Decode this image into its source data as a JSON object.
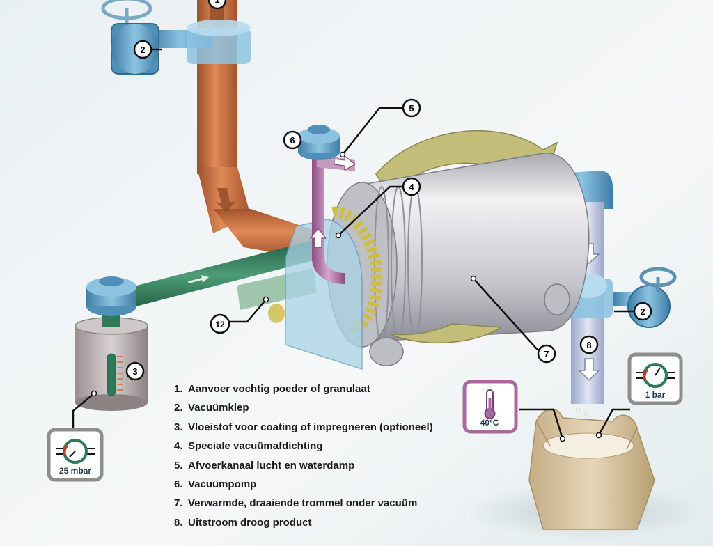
{
  "legend": [
    {
      "num": "1.",
      "text": "Aanvoer vochtig poeder  of granulaat"
    },
    {
      "num": "2.",
      "text": "Vacuümklep"
    },
    {
      "num": "3.",
      "text": "Vloeistof voor coating of impregneren (optioneel)"
    },
    {
      "num": "4.",
      "text": "Speciale vacuümafdichting"
    },
    {
      "num": "5.",
      "text": "Afvoerkanaal lucht en waterdamp"
    },
    {
      "num": "6.",
      "text": "Vacuümpomp"
    },
    {
      "num": "7.",
      "text": "Verwarmde, draaiende trommel onder vacuüm"
    },
    {
      "num": "8.",
      "text": "Uitstroom droog product"
    }
  ],
  "callouts": {
    "c1": "1",
    "c2a": "2",
    "c2b": "2",
    "c3": "3",
    "c4": "4",
    "c5": "5",
    "c6": "6",
    "c7": "7",
    "c8": "8",
    "c12": "12"
  },
  "gauges": {
    "left": "25 mbar",
    "right": "1 bar",
    "temp": "40°C"
  },
  "colors": {
    "feed_pipe": "#c8703f",
    "green_pipe": "#2e7a57",
    "vacuum_pipe": "#a86a9e",
    "blue_valve": "#5aa0c8",
    "drum": "#c9c9cf",
    "arrow_yellow": "#b8b06a",
    "bag": "#d9c6a3"
  }
}
